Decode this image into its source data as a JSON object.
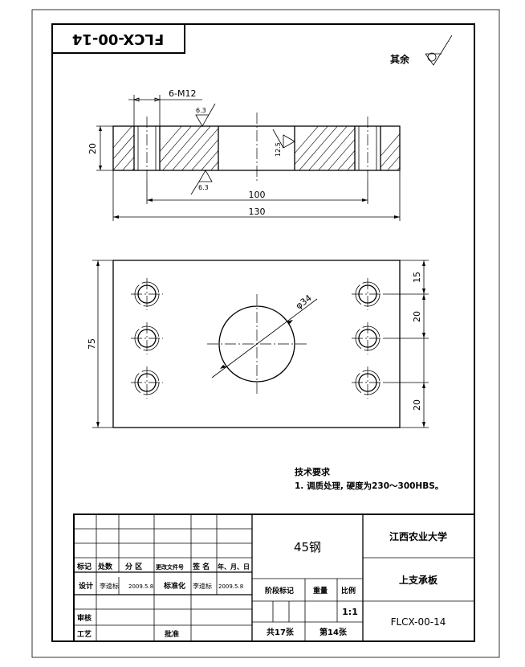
{
  "drawing_number_stamp": "FLCX-00-14",
  "surface_finish": {
    "rest_label": "其余",
    "top_roughness": "6.3",
    "bottom_roughness": "6.3",
    "inner_roughness": "12.5"
  },
  "front_view": {
    "thread_callout": "6-M12",
    "thickness": "20",
    "hole_spacing": "100",
    "overall_length": "130"
  },
  "top_view": {
    "bore_diameter": "φ34",
    "height": "75",
    "dim_top": "15",
    "dim_middle": "20",
    "dim_bottom": "20"
  },
  "technical_requirements": {
    "heading": "技术要求",
    "item_1": "1. 调质处理, 硬度为230～300HBS。"
  },
  "title_block": {
    "material": "45钢",
    "institution": "江西农业大学",
    "part_name": "上支承板",
    "drawing_number": "FLCX-00-14",
    "scale": "1:1",
    "stage_mark_label": "阶段标记",
    "weight_label": "重量",
    "scale_label": "比例",
    "total_sheets": "共17张",
    "sheet_number": "第14张",
    "rev_headers": [
      "标记",
      "处数",
      "分 区",
      "更改文件号",
      "签 名",
      "年、月、日"
    ],
    "designer_label": "设计",
    "designer_name": "李逵标",
    "design_date": "2009.5.8",
    "standardization_label": "标准化",
    "standardization_name": "李逵标",
    "standardization_date": "2009.5.8",
    "checker_label": "审核",
    "process_label": "工艺",
    "approve_label": "批准"
  }
}
